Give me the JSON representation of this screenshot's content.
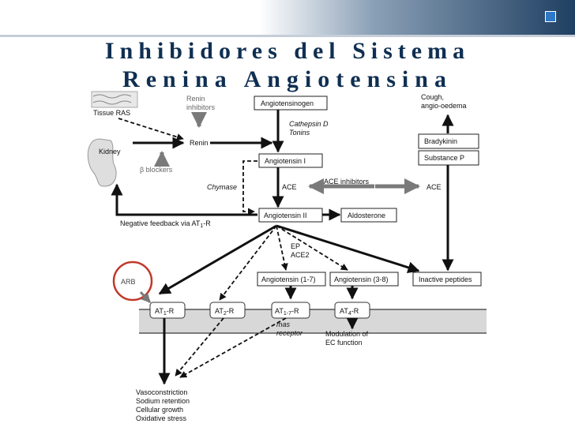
{
  "title": {
    "line1": "Inhibidores del Sistema",
    "line2": "Renina Angiotensina"
  },
  "labels": {
    "tissue_ras": "Tissue RAS",
    "renin_inhibitors_1": "Renin",
    "renin_inhibitors_2": "inhibitors",
    "kidney": "Kidney",
    "renin": "Renin",
    "beta_blockers": "β blockers",
    "chymase": "Chymase",
    "cathepsin_1": "Cathepsin D",
    "cathepsin_2": "Tonins",
    "ace_left": "ACE",
    "ace_inhibitors": "ACE inhibitors",
    "ace_right": "ACE",
    "negative_feedback": "Negative feedback via AT",
    "negative_feedback_sub": "1",
    "negative_feedback_end": "-R",
    "cough_1": "Cough,",
    "cough_2": "angio-oedema",
    "ep": "EP",
    "ace2": "ACE2",
    "arb": "ARB",
    "mas_1": "mas",
    "mas_2": "receptor",
    "modulation_1": "Modulation of",
    "modulation_2": "EC function",
    "effects": [
      "Vasoconstriction",
      "Sodium retention",
      "Cellular growth",
      "Oxidative stress"
    ]
  },
  "boxes": {
    "angiotensinogen": "Angiotensinogen",
    "angiotensin_i": "Angiotensin I",
    "angiotensin_ii": "Angiotensin II",
    "aldosterone": "Aldosterone",
    "bradykinin": "Bradykinin",
    "substance_p": "Substance P",
    "ang_1_7": "Angiotensin (1-7)",
    "ang_3_8": "Angiotensin (3-8)",
    "inactive_peptides": "Inactive peptides"
  },
  "receptors": [
    {
      "pre": "AT",
      "sub": "1",
      "post": "-R"
    },
    {
      "pre": "AT",
      "sub": "2",
      "post": "-R"
    },
    {
      "pre": "AT",
      "sub": "1-7",
      "post": "-R"
    },
    {
      "pre": "AT",
      "sub": "4",
      "post": "-R"
    }
  ],
  "colors": {
    "title": "#0f2f52",
    "arb_circle": "#c0392b",
    "membrane": "#d8d8d8"
  }
}
